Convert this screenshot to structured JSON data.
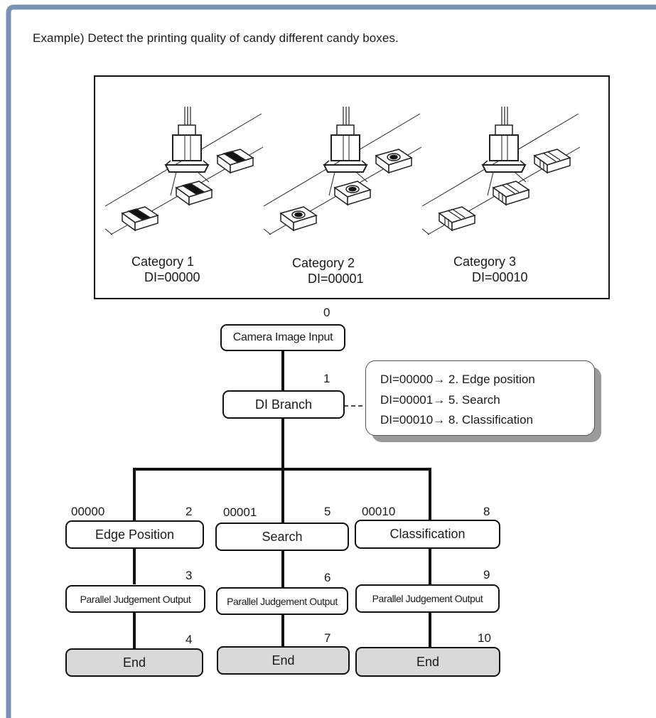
{
  "caption": "Example) Detect the printing quality of candy different candy boxes.",
  "categories": [
    {
      "label": "Category 1",
      "di": "DI=00000"
    },
    {
      "label": "Category 2",
      "di": "DI=00001"
    },
    {
      "label": "Category 3",
      "di": "DI=00010"
    }
  ],
  "flow": {
    "camera": {
      "num": "0",
      "label": "Camera Image Input"
    },
    "branch": {
      "num": "1",
      "label": "DI Branch"
    },
    "note": [
      "DI=00000→ 2. Edge position",
      "DI=00001→ 5. Search",
      "DI=00010→ 8. Classification"
    ],
    "columns": [
      {
        "code": "00000",
        "num": "2",
        "label": "Edge Position",
        "out_num": "3",
        "out_label": "Parallel Judgement Output",
        "end_num": "4",
        "end_label": "End"
      },
      {
        "code": "00001",
        "num": "5",
        "label": "Search",
        "out_num": "6",
        "out_label": "Parallel Judgement Output",
        "end_num": "7",
        "end_label": "End"
      },
      {
        "code": "00010",
        "num": "8",
        "label": "Classification",
        "out_num": "9",
        "out_label": "Parallel Judgement Output",
        "end_num": "10",
        "end_label": "End"
      }
    ]
  },
  "colors": {
    "frame": "#7b93b3",
    "end_fill": "#d9d9d9"
  }
}
